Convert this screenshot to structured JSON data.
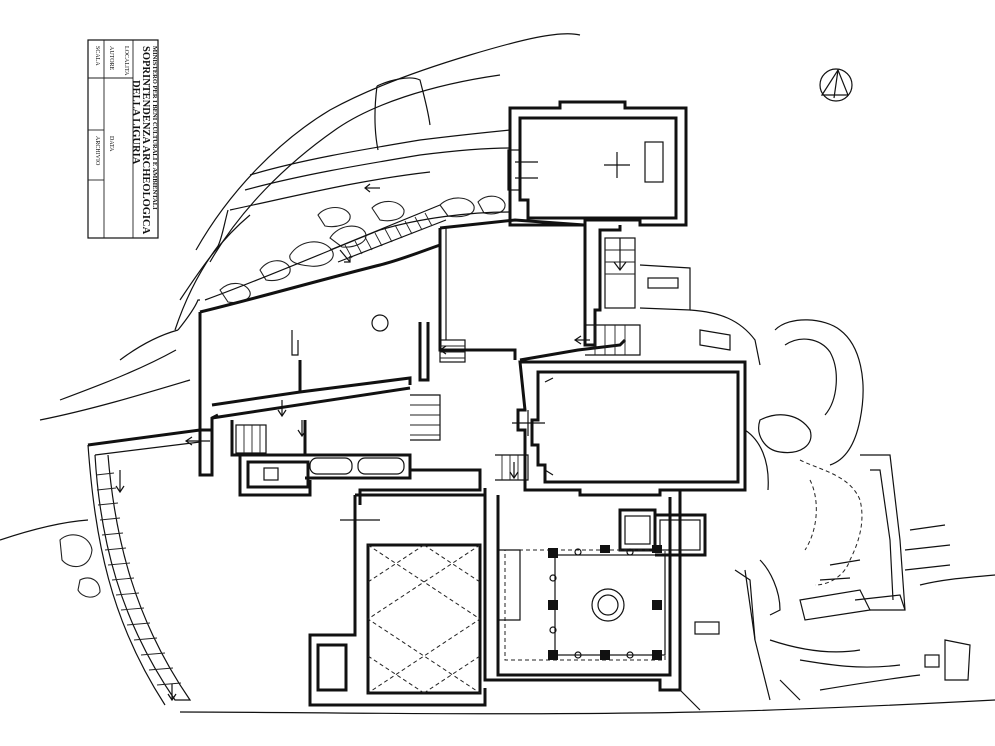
{
  "cartouche": {
    "ministry": "MINISTERO PER I BENI CULTURALI E AMBIENTALI",
    "office_line1": "SOPRINTENDENZA ARCHEOLOGICA",
    "office_line2": "DELLA LIGURIA",
    "field_locality": "LOCALITA",
    "field_author": "AUTORE",
    "field_date": "DATA",
    "field_scale": "SCALA",
    "field_archive": "ARCHIVIO"
  },
  "north_arrow": {
    "icon": "north-arrow-icon"
  },
  "colors": {
    "ink": "#111111",
    "paper": "#ffffff"
  }
}
